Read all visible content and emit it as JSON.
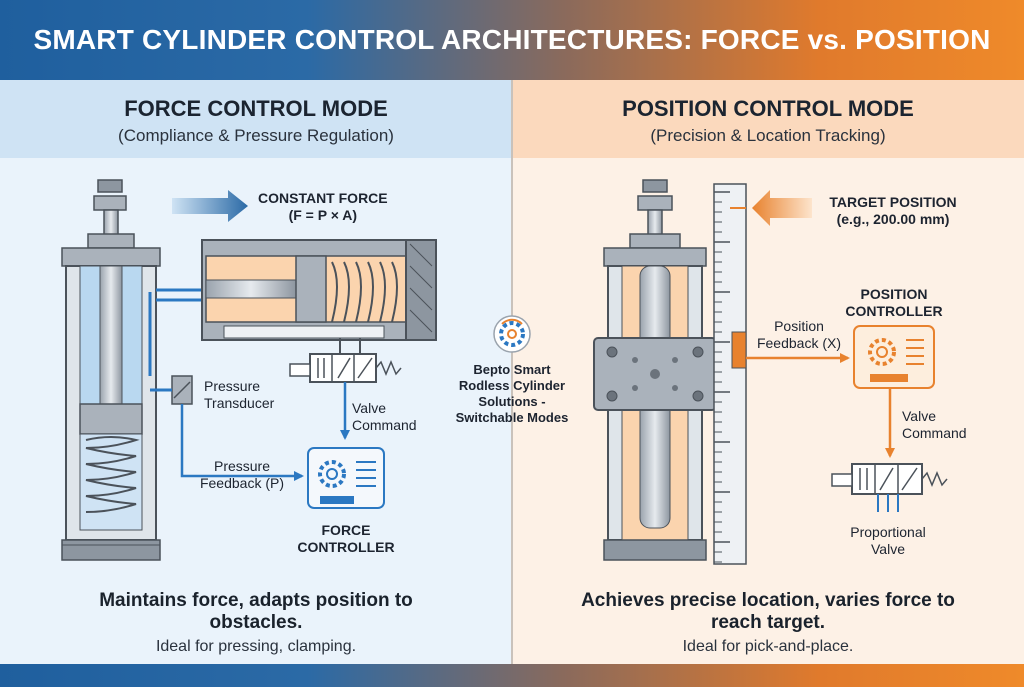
{
  "title": "SMART CYLINDER CONTROL ARCHITECTURES: FORCE vs. POSITION",
  "force_panel": {
    "heading": "FORCE CONTROL MODE",
    "subheading": "(Compliance & Pressure Regulation)",
    "constant_force_line1": "CONSTANT FORCE",
    "constant_force_line2": "(F = P × A)",
    "transducer_line1": "Pressure",
    "transducer_line2": "Transducer",
    "valve_command_line1": "Valve",
    "valve_command_line2": "Command",
    "feedback_line1": "Pressure",
    "feedback_line2": "Feedback (P)",
    "controller_line1": "FORCE",
    "controller_line2": "CONTROLLER",
    "caption_main": "Maintains force, adapts position to obstacles.",
    "caption_sub": "Ideal for pressing, clamping."
  },
  "center": {
    "line1": "Bepto Smart",
    "line2": "Rodless Cylinder",
    "line3": "Solutions -",
    "line4": "Switchable Modes"
  },
  "position_panel": {
    "heading": "POSITION CONTROL MODE",
    "subheading": "(Precision & Location Tracking)",
    "target_line1": "TARGET POSITION",
    "target_line2": "(e.g., 200.00 mm)",
    "feedback_line1": "Position",
    "feedback_line2": "Feedback (X)",
    "controller_line1": "POSITION",
    "controller_line2": "CONTROLLER",
    "valve_command_line1": "Valve",
    "valve_command_line2": "Command",
    "valve_line1": "Proportional",
    "valve_line2": "Valve",
    "caption_main": "Achieves precise location, varies force to reach target.",
    "caption_sub": "Ideal for pick-and-place."
  },
  "colors": {
    "blue_accent": "#2b78c2",
    "orange_accent": "#e8822e",
    "left_bg": "#eaf3fb",
    "right_bg": "#fdf1e6"
  }
}
